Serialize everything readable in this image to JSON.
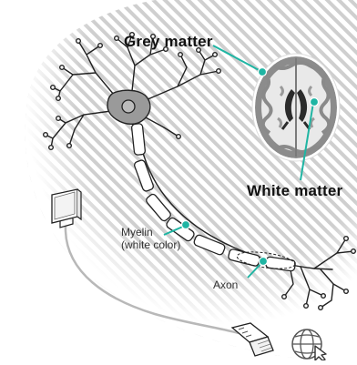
{
  "labels": {
    "grey_matter": "Grey matter",
    "white_matter": "White matter",
    "myelin_line1": "Myelin",
    "myelin_line2": "(white color)",
    "axon": "Axon"
  },
  "icons": [
    "neuron-illustration",
    "brain-scan-icon",
    "monitor-icon",
    "network-cable-icon",
    "globe-cursor-icon"
  ],
  "colors": {
    "accent": "#1fb5a3",
    "hatch": "#c8c8c8",
    "outline": "#222222",
    "soma_fill": "#9a9a9a",
    "brain_grey": "#8e8e8e",
    "cable": "#bdbdbd"
  }
}
